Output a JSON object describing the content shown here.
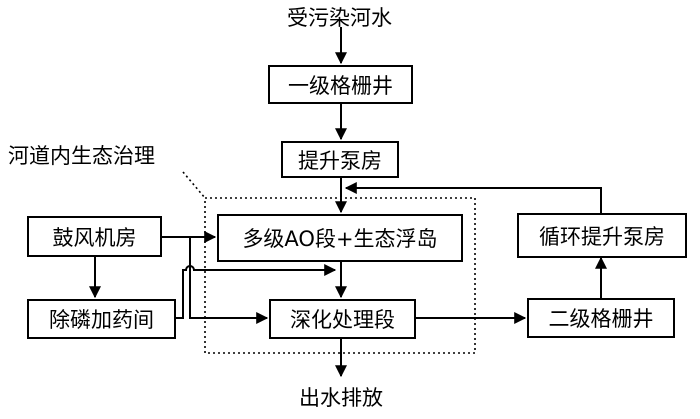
{
  "inputs": {
    "polluted_river_water": "受污染河水"
  },
  "outputs": {
    "effluent_discharge": "出水排放"
  },
  "boxes": {
    "primary_grating_well": "一级格栅井",
    "lift_pump_house": "提升泵房",
    "multi_stage_ao": "多级AO段+生态浮岛",
    "advanced_treatment": "深化处理段",
    "blower_room": "鼓风机房",
    "phosphorus_dosing": "除磷加药间",
    "secondary_grating_well": "二级格栅井",
    "circulation_pump_house": "循环提升泵房"
  },
  "annotations": {
    "in_channel_eco_treatment": "河道内生态治理"
  }
}
